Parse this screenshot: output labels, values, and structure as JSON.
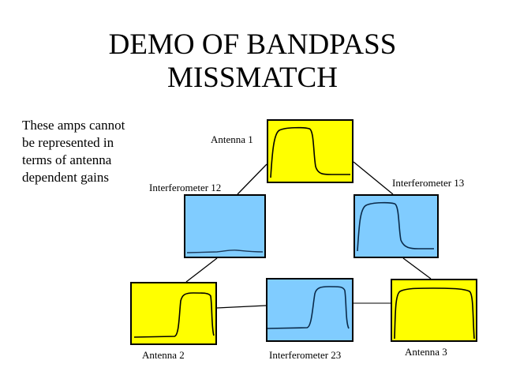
{
  "title": {
    "line1": "DEMO OF BANDPASS",
    "line2": "MISSMATCH"
  },
  "note": {
    "lines": [
      "These amps cannot",
      "be represented in",
      "terms of antenna",
      "dependent gains"
    ]
  },
  "colors": {
    "antenna": "#ffff00",
    "interferometer": "#80ccff",
    "line": "#000000"
  },
  "nodes": {
    "antenna1": {
      "label": "Antenna 1",
      "type": "antenna",
      "bandpass": "Narrow passband on low side, sharp drop midway"
    },
    "antenna2": {
      "label": "Antenna 2",
      "type": "antenna",
      "bandpass": "Passband on high side"
    },
    "antenna3": {
      "label": "Antenna 3",
      "type": "antenna",
      "bandpass": "Wide flat passband across full band"
    },
    "interferometer12": {
      "label": "Interferometer 12",
      "type": "interferometer",
      "bandpass": "Nearly flat, low amplitude (no overlap)"
    },
    "interferometer13": {
      "label": "Interferometer 13",
      "type": "interferometer",
      "bandpass": "Matches Antenna 1 shape"
    },
    "interferometer23": {
      "label": "Interferometer 23",
      "type": "interferometer",
      "bandpass": "Matches Antenna 2 shape"
    }
  },
  "edges": [
    [
      "antenna1",
      "interferometer12"
    ],
    [
      "antenna1",
      "interferometer13"
    ],
    [
      "interferometer12",
      "antenna2"
    ],
    [
      "interferometer13",
      "antenna3"
    ],
    [
      "antenna2",
      "interferometer23"
    ],
    [
      "interferometer23",
      "antenna3"
    ]
  ]
}
